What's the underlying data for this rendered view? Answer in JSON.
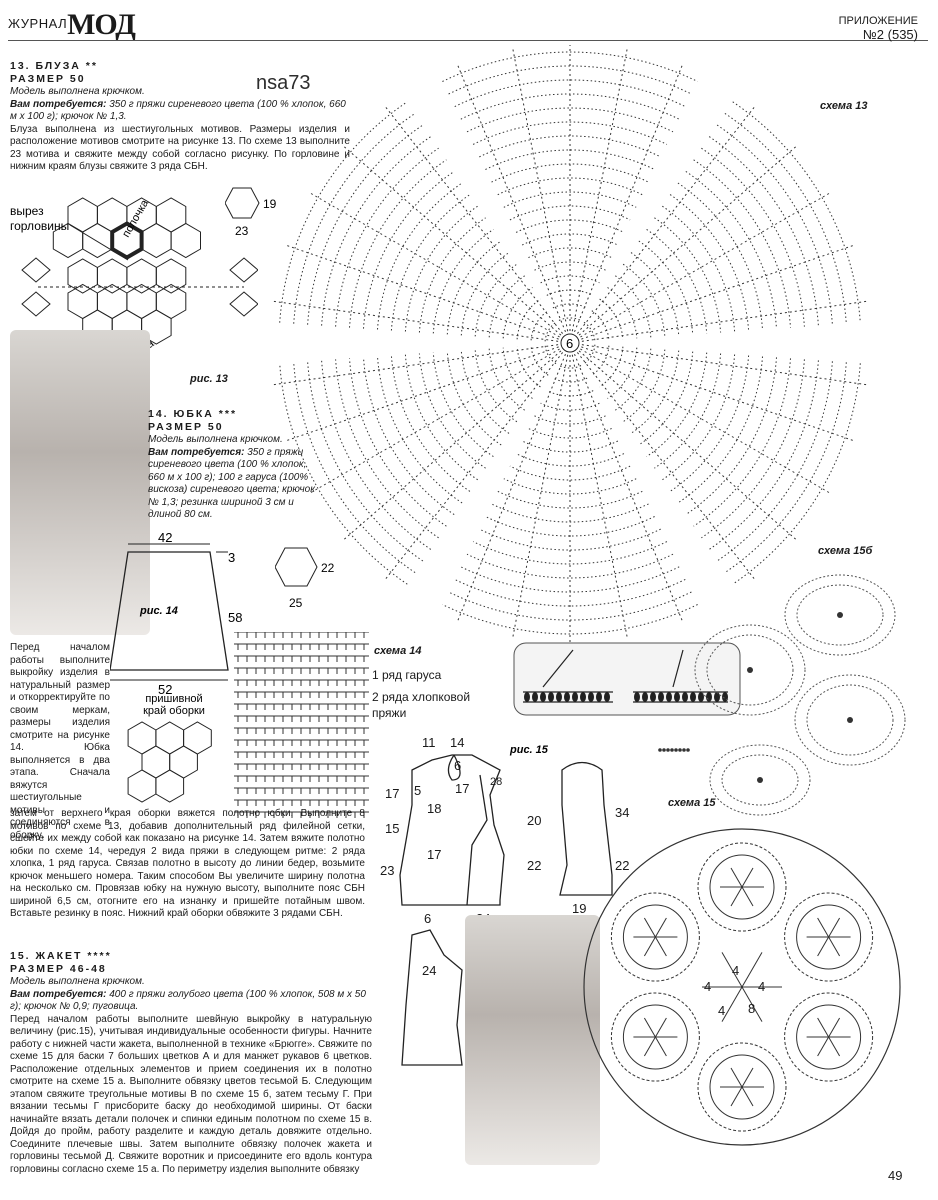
{
  "header": {
    "magazine_prefix": "ЖУРНАЛ",
    "magazine_logo": "МОД",
    "supplement": "ПРИЛОЖЕНИЕ",
    "issue": "№2 (535)"
  },
  "watermark": "nsa73",
  "section13": {
    "title": "13.   БЛУЗА   **",
    "size": "РАЗМЕР   50",
    "model": "Модель выполнена крючком.",
    "needs_label": "Вам потребуется:",
    "needs": "350 г пряжи сиреневого цвета (100 % хлопок, 660 м х 100 г); крючок № 1,3.",
    "body": "Блуза выполнена из шестиугольных мотивов. Размеры изделия и расположение мотивов смотрите на рисунке 13. По схеме 13 выполните 23 мотива и свяжите между собой согласно рисунку. По горловине и нижним краям блузы свяжите 3 ряда СБН.",
    "fig_label": "рис. 13",
    "neck_label_1": "вырез",
    "neck_label_2": "горловины",
    "front_label": "полочка",
    "back_label": "спинка",
    "hex_w": "23",
    "hex_h": "19"
  },
  "section14": {
    "title": "14.   ЮБКА   ***",
    "size": "РАЗМЕР   50",
    "model": "Модель выполнена крючком.",
    "needs_label": "Вам потребуется:",
    "needs": "350 г пряжи сиреневого цвета (100 % хлопок, 660 м х 100 г); 100 г гаруса (100% вискоза) сиреневого цвета; крючок № 1,3; резинка шириной 3 см и длиной 80 см.",
    "fig_label": "рис. 14",
    "top_w": "42",
    "bottom_w": "52",
    "height": "58",
    "band": "3",
    "hex_w": "25",
    "hex_h": "22",
    "ruffle_label_1": "пришивной",
    "ruffle_label_2": "край оборки",
    "body_narrow": "Перед началом работы выполните выкройку изделия в натуральный размер и откорректируйте по своим меркам, размеры изделия смотрите на рисунке 14. Юбка выполняется в два этапа. Сначала вяжутся шестиугольные мотивы и соединяются в оборку,",
    "body_wide": "затем от верхнего края оборки вяжется полотно юбки. Выполните 8 мотивов по схеме 13, добавив дополнительный ряд филейной сетки, сшейте их между собой как показано на рисунке 14. Затем вяжите полотно юбки по схеме 14, чередуя 2 вида пряжи в следующем ритме: 2 ряда хлопка, 1 ряд гаруса. Связав полотно в высоту до линии бедер, возьмите крючок меньшего номера. Таким способом Вы увеличите ширину полотна на несколько см. Провязав юбку на нужную высоту, выполните пояс СБН шириной 6,5 см, отогните его на изнанку и пришейте потайным швом. Вставьте резинку в пояс. Нижний край оборки обвяжите 3 рядами СБН.",
    "scheme_label": "схема 14",
    "legend_1": "1 ряд гаруса",
    "legend_2a": "2 ряда хлопковой",
    "legend_2b": "пряжи"
  },
  "section15": {
    "title": "15.   ЖАКЕТ   ****",
    "size": "РАЗМЕР   46-48",
    "model": "Модель выполнена крючком.",
    "needs_label": "Вам потребуется:",
    "needs": "400 г пряжи голубого цвета (100 % хлопок, 508 м х 50 г); крючок № 0,9; пуговица.",
    "body": "Перед началом работы выполните шевйную выкройку в натуральную величину (рис.15), учитывая индивидуальные особенности фигуры. Начните работу с нижней части жакета, выполненной в технике «Брюгге». Свяжите по схеме 15 для баски 7 больших цветков А и для манжет рукавов 6 цветков. Расположение отдельных элементов и прием соединения их в полотно смотрите на схеме 15 а. Выполните обвязку цветов тесьмой Б. Следующим этапом свяжите треугольные мотивы В по схеме 15 б, затем тесьму Г. При вязании тесьмы Г присборите баску до необходимой ширины. От баски начинайте вязать детали полочек и спинки единым полотном по схеме 15 в. Дойдя до пройм, работу разделите и каждую деталь довяжите отдельно. Соедините плечевые швы. Затем выполните обвязку полочек жакета и горловины тесьмой Д. Свяжите воротник и присоедините его вдоль контура горловины согласно схеме 15 а. По периметру изделия выполните обвязку",
    "fig_label": "рис. 15",
    "scheme15_label": "схема 15",
    "scheme15b_label": "схема 15б",
    "dims": {
      "d11": "11",
      "d14": "14",
      "d6a": "6",
      "d28": "28",
      "d5": "5",
      "d17a": "17",
      "d18": "18",
      "d15": "15",
      "d17b": "17",
      "d23": "23",
      "d24": "24",
      "d6b": "6",
      "d24b": "24",
      "d34": "34",
      "d20": "20",
      "d22a": "22",
      "d22b": "22",
      "d19": "19"
    },
    "center_counts": [
      "4",
      "4",
      "4",
      "4",
      "8"
    ]
  },
  "scheme13_label": "схема 13",
  "scheme13_center": "6",
  "page_number": "49"
}
